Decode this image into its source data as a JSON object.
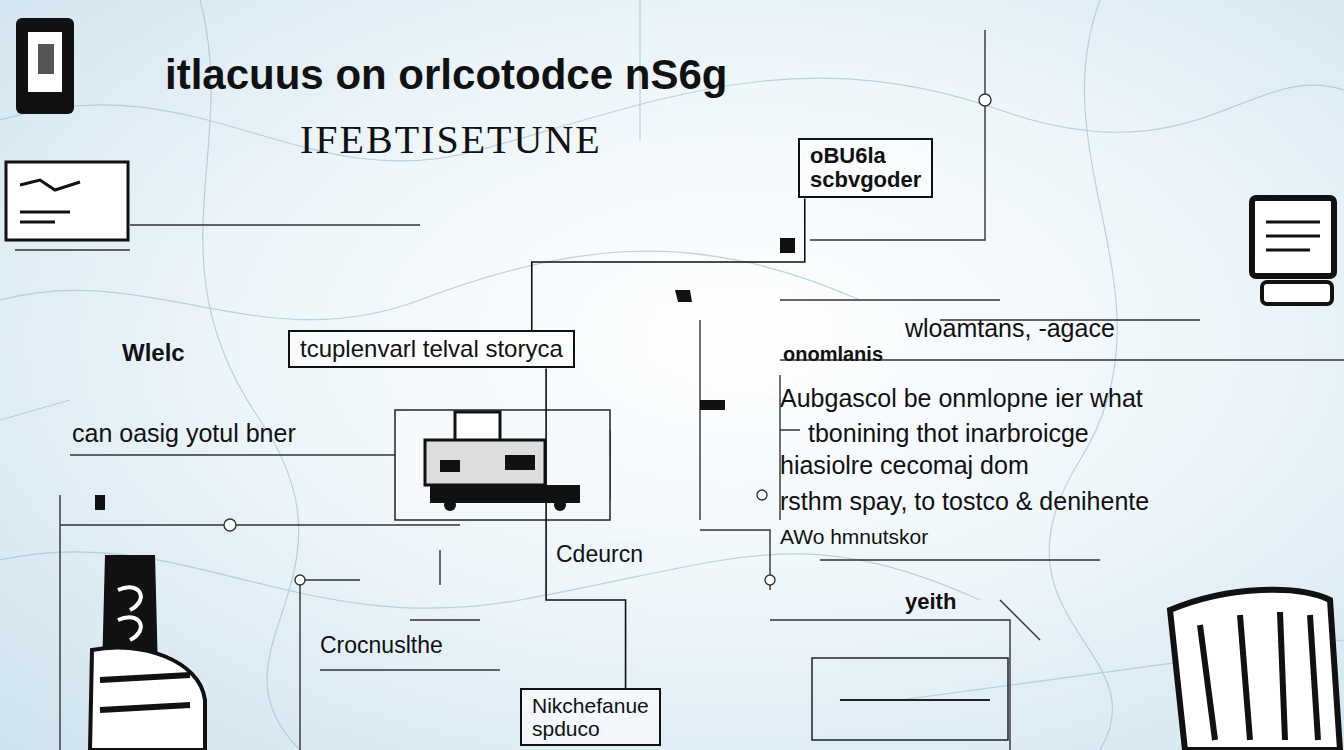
{
  "diagram": {
    "title": "itlacuus on orlcotodce nS6g",
    "nodes": [
      {
        "text": [
          "oBU6la",
          "scbvgoder"
        ]
      },
      {
        "text": [
          "tcuplenvarl telval storyca"
        ]
      },
      {
        "text": [
          "Nikchefanue",
          "spduco"
        ]
      }
    ],
    "edges": [
      {
        "from": 0,
        "to": 1,
        "arrow": "none"
      },
      {
        "from": 1,
        "to": 2,
        "arrow": "none"
      }
    ],
    "labels": [
      "IFEBTISETUNE",
      "Wlelc",
      "can oasig yotul bner",
      "wloamtans, -agace",
      "onomlanis",
      "Aubgascol be onmlopne ier what",
      "tbonining thot inarbroicge",
      "hiasiolre cecomaj dom",
      "rsthm spay, to tostco & denihente",
      "AWo hmnutskor",
      "yeith",
      "Cdeurcn",
      "Crocnuslthe"
    ]
  }
}
